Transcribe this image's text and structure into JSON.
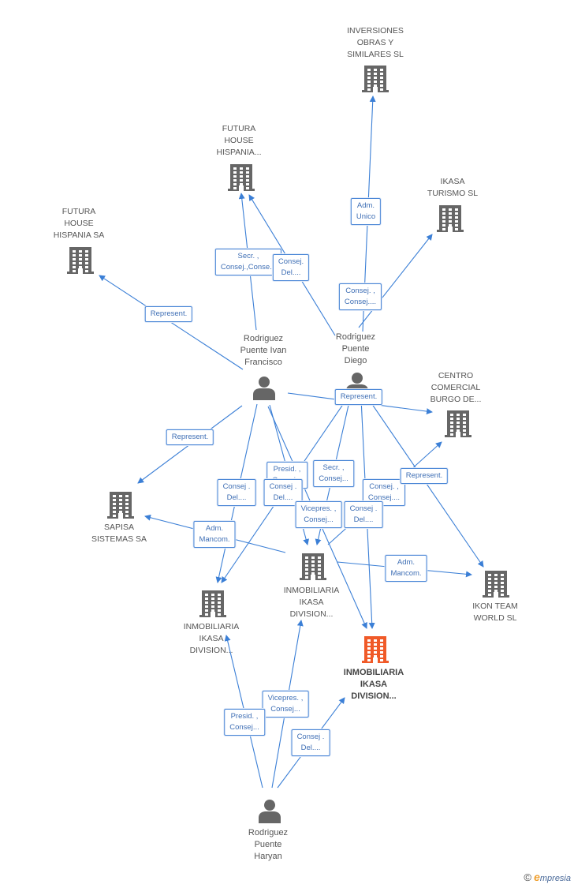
{
  "colors": {
    "edge": "#3b7fd6",
    "node": "#666666",
    "highlight": "#f05a28"
  },
  "nodes": [
    {
      "id": "inversiones",
      "type": "company",
      "label": [
        "INVERSIONES",
        "OBRAS Y",
        "SIMILARES SL"
      ],
      "icon": "building-icon"
    },
    {
      "id": "futura_hispania",
      "type": "company",
      "label": [
        "FUTURA",
        "HOUSE",
        "HISPANIA..."
      ],
      "icon": "building-icon"
    },
    {
      "id": "ikasa_turismo",
      "type": "company",
      "label": [
        "IKASA",
        "TURISMO  SL"
      ],
      "icon": "building-icon"
    },
    {
      "id": "futura_sa",
      "type": "company",
      "label": [
        "FUTURA",
        "HOUSE",
        "HISPANIA SA"
      ],
      "icon": "building-icon"
    },
    {
      "id": "ivan",
      "type": "person",
      "label": [
        "Rodriguez",
        "Puente Ivan",
        "Francisco"
      ],
      "icon": "person-icon"
    },
    {
      "id": "diego",
      "type": "person",
      "label": [
        "Rodriguez",
        "Puente",
        "Diego"
      ],
      "icon": "person-icon"
    },
    {
      "id": "centro",
      "type": "company",
      "label": [
        "CENTRO",
        "COMERCIAL",
        "BURGO DE..."
      ],
      "icon": "building-icon"
    },
    {
      "id": "sapisa",
      "type": "company",
      "label": [
        "SAPISA",
        "SISTEMAS SA"
      ],
      "icon": "building-icon"
    },
    {
      "id": "inmo_center",
      "type": "company",
      "label": [
        "INMOBILIARIA",
        "IKASA",
        "DIVISION..."
      ],
      "icon": "building-icon"
    },
    {
      "id": "ikon",
      "type": "company",
      "label": [
        "IKON TEAM",
        "WORLD SL"
      ],
      "icon": "building-icon"
    },
    {
      "id": "inmo_left",
      "type": "company",
      "label": [
        "INMOBILIARIA",
        "IKASA",
        "DIVISION..."
      ],
      "icon": "building-icon"
    },
    {
      "id": "inmo_main",
      "type": "company-main",
      "label": [
        "INMOBILIARIA",
        "IKASA",
        "DIVISION..."
      ],
      "icon": "building-icon"
    },
    {
      "id": "haryan",
      "type": "person",
      "label": [
        "Rodriguez",
        "Puente",
        "Haryan"
      ],
      "icon": "person-icon"
    }
  ],
  "edges": [
    {
      "from": "diego",
      "to": "inversiones",
      "label": [
        "Adm.",
        "Unico"
      ]
    },
    {
      "from": "diego",
      "to": "ikasa_turismo",
      "label": [
        "Consej. ,",
        "Consej...."
      ]
    },
    {
      "from": "ivan",
      "to": "futura_hispania",
      "label": [
        "Secr. ,",
        "Consej.,Conse..."
      ]
    },
    {
      "from": "diego",
      "to": "futura_hispania",
      "label": [
        "Consej.",
        "Del...."
      ]
    },
    {
      "from": "ivan",
      "to": "futura_sa",
      "label": [
        "Represent."
      ]
    },
    {
      "from": "ivan",
      "to": "centro",
      "label": [
        "Represent."
      ]
    },
    {
      "from": "ivan",
      "to": "sapisa",
      "label": [
        "Represent."
      ]
    },
    {
      "from": "ivan",
      "to": "inmo_left",
      "label": [
        "Consej .",
        "Del...."
      ]
    },
    {
      "from": "ivan",
      "to": "inmo_center",
      "label": [
        "Presid. ,",
        "Consej..."
      ]
    },
    {
      "from": "ivan",
      "to": "inmo_main",
      "label": [
        "Consej .",
        "Del...."
      ]
    },
    {
      "from": "diego",
      "to": "inmo_center",
      "label": [
        "Secr. ,",
        "Consej..."
      ]
    },
    {
      "from": "diego",
      "to": "inmo_left",
      "label": [
        "Vicepres. ,",
        "Consej..."
      ]
    },
    {
      "from": "diego",
      "to": "ikon",
      "label": [
        "Consej. ,",
        "Consej...."
      ]
    },
    {
      "from": "diego",
      "to": "inmo_main",
      "label": [
        "Consej .",
        "Del...."
      ]
    },
    {
      "from": "inmo_main",
      "to": "centro",
      "label": [
        "Represent."
      ]
    },
    {
      "from": "inmo_center",
      "to": "sapisa",
      "label": [
        "Adm.",
        "Mancom."
      ]
    },
    {
      "from": "inmo_center",
      "to": "ikon",
      "label": [
        "Adm.",
        "Mancom."
      ]
    },
    {
      "from": "haryan",
      "to": "inmo_center",
      "label": [
        "Vicepres. ,",
        "Consej..."
      ]
    },
    {
      "from": "haryan",
      "to": "inmo_left",
      "label": [
        "Presid. ,",
        "Consej..."
      ]
    },
    {
      "from": "haryan",
      "to": "inmo_main",
      "label": [
        "Consej .",
        "Del...."
      ]
    }
  ],
  "footer": {
    "copyright": "©",
    "brand_first": "e",
    "brand_rest": "mpresia"
  }
}
